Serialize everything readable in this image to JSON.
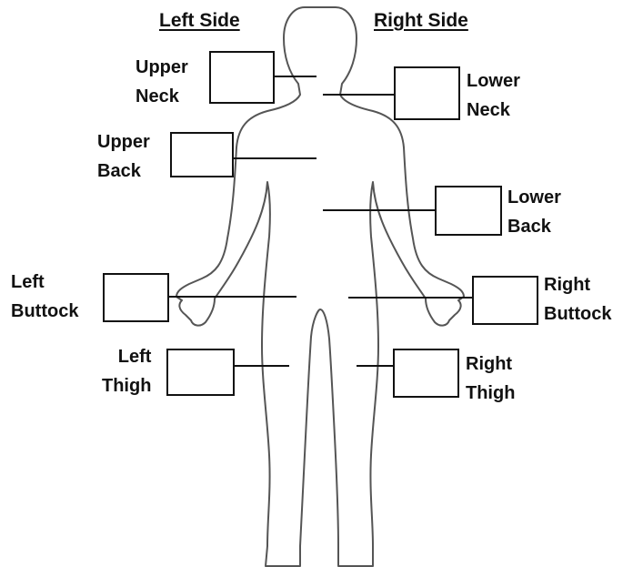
{
  "headers": {
    "left": "Left Side",
    "right": "Right Side"
  },
  "regions": {
    "upper_neck": {
      "line1": "Upper",
      "line2": "Neck"
    },
    "lower_neck": {
      "line1": "Lower",
      "line2": "Neck"
    },
    "upper_back": {
      "line1": "Upper",
      "line2": "Back"
    },
    "lower_back": {
      "line1": "Lower",
      "line2": "Back"
    },
    "left_buttock": {
      "line1": "Left",
      "line2": "Buttock"
    },
    "right_buttock": {
      "line1": "Right",
      "line2": "Buttock"
    },
    "left_thigh": {
      "line1": "Left",
      "line2": "Thigh"
    },
    "right_thigh": {
      "line1": "Right",
      "line2": "Thigh"
    }
  },
  "colors": {
    "ink": "#111111",
    "outline": "#555555",
    "background": "#ffffff"
  }
}
